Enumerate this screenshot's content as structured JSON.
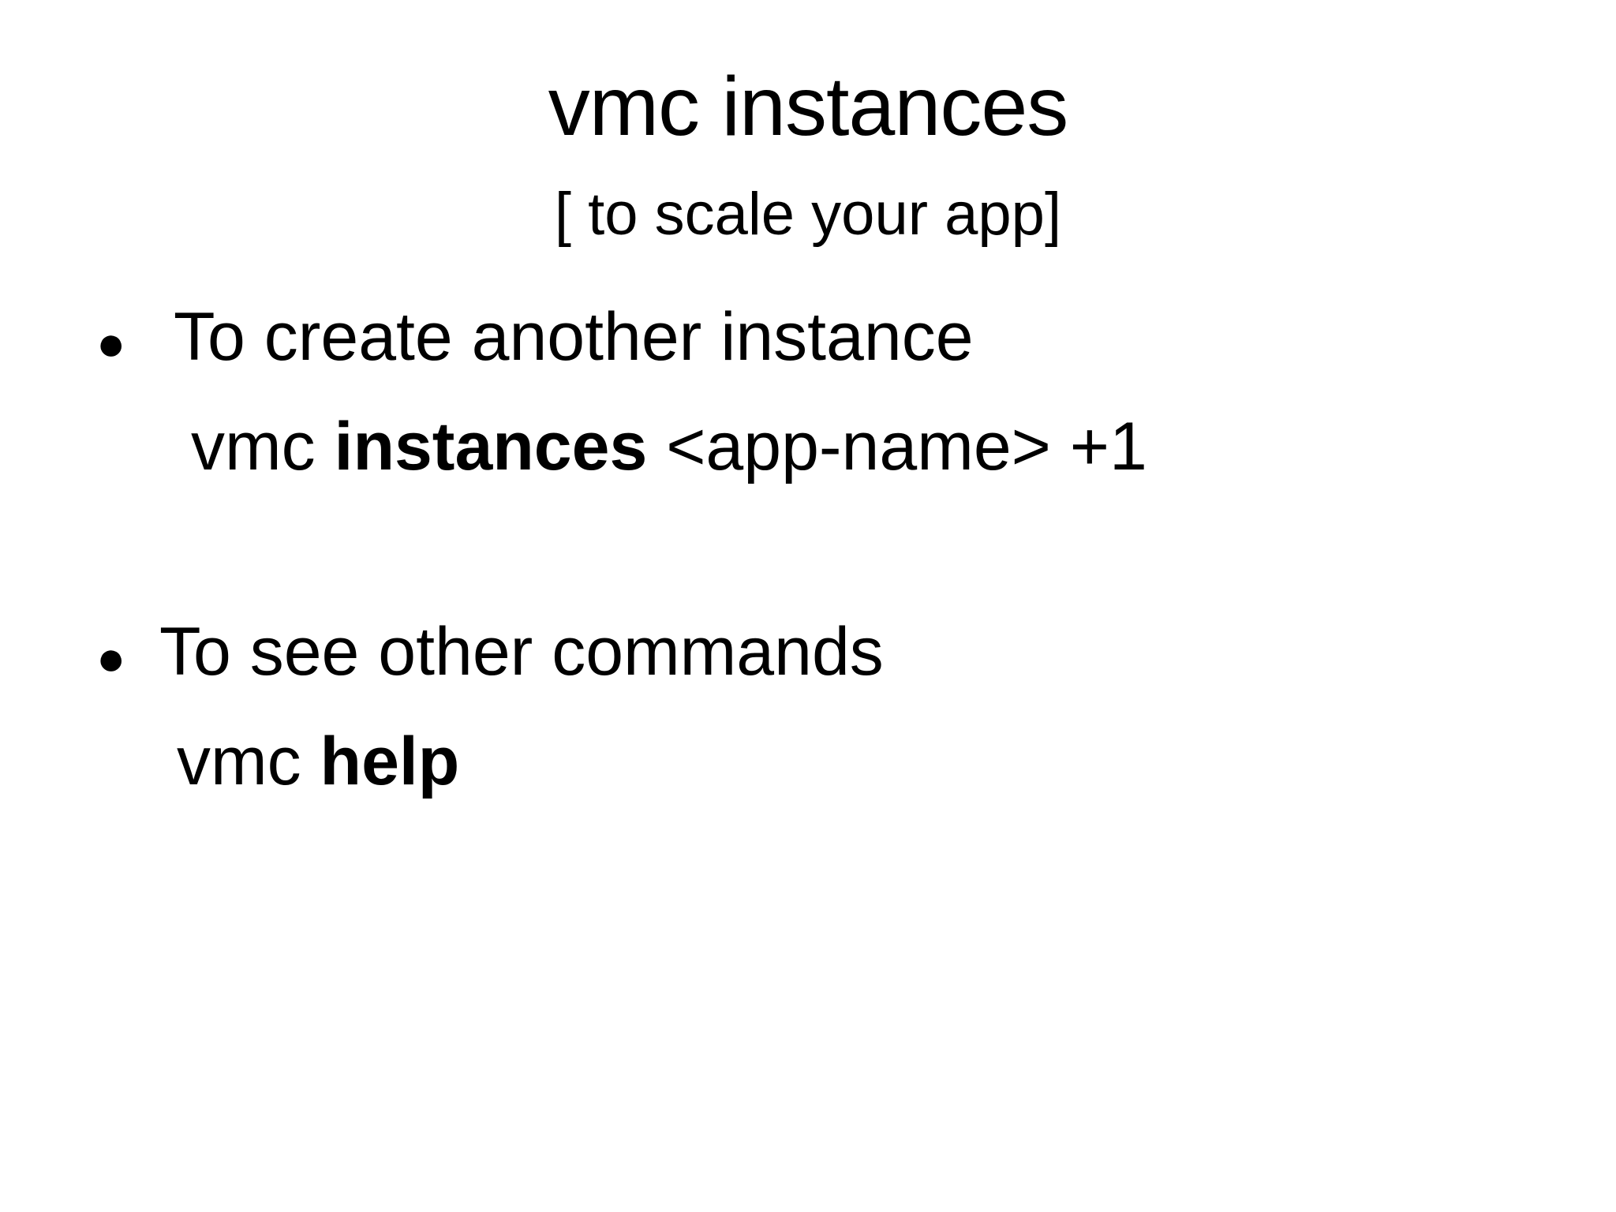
{
  "slide": {
    "title": "vmc instances",
    "subtitle": "[ to scale your app]",
    "bullet_glyph": "●",
    "text_color": "#000000",
    "background_color": "#ffffff",
    "bullets": [
      {
        "text": "To create another instance",
        "command_prefix": "vmc ",
        "command_bold": "instances",
        "command_suffix": " <app-name> +1"
      },
      {
        "text": "To see other commands",
        "command_prefix": "vmc ",
        "command_bold": "help",
        "command_suffix": ""
      }
    ]
  }
}
